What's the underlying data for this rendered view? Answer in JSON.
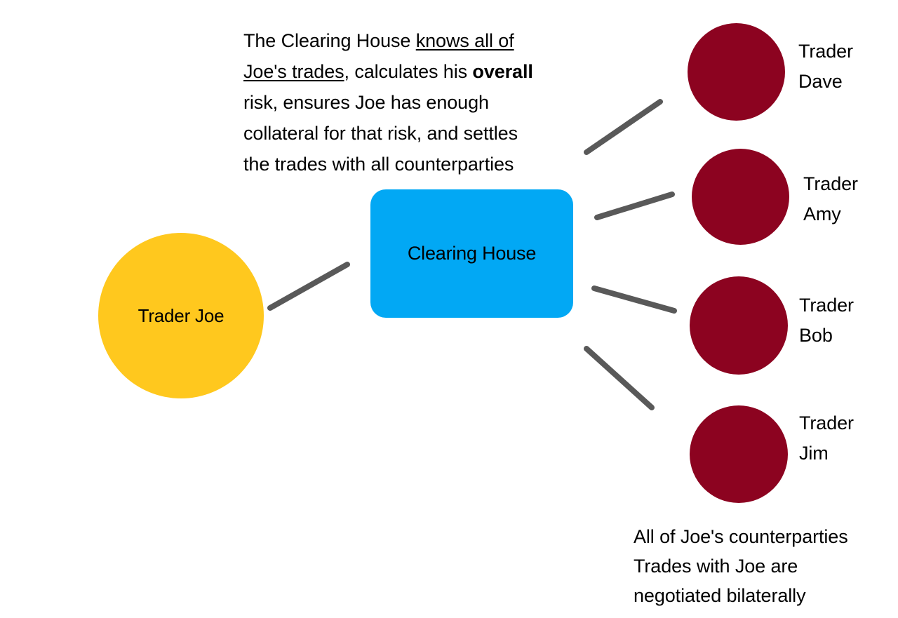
{
  "theme": {
    "background": "#ffffff",
    "text_color": "#000000",
    "clearing_house_fill": "#02A8F4",
    "trader_joe_fill": "#FFC81E",
    "counterparty_fill": "#8C0320",
    "connector_color": "#595959"
  },
  "annotations": {
    "top": {
      "line1_a": "The Clearing House ",
      "line1_underlined": "knows all of",
      "line2_underlined": "Joe's trades",
      "line2_b": ", calculates his ",
      "line2_bold": "overall",
      "line3": "risk, ensures Joe has enough",
      "line4": "collateral for that risk, and settles",
      "line5": "the trades with all counterparties"
    },
    "bottom": {
      "line1": "All of Joe's counterparties",
      "line2": "Trades with Joe are",
      "line3": "negotiated bilaterally"
    }
  },
  "nodes": {
    "clearing_house": {
      "label": "Clearing House",
      "shape": "rounded-rect",
      "fill": "#02A8F4"
    },
    "trader_joe": {
      "label": "Trader Joe",
      "shape": "circle",
      "fill": "#FFC81E"
    }
  },
  "counterparties": [
    {
      "name_line1": "Trader",
      "name_line2": "Dave",
      "fill": "#8C0320"
    },
    {
      "name_line1": "Trader",
      "name_line2": "Amy",
      "fill": "#8C0320"
    },
    {
      "name_line1": "Trader",
      "name_line2": "Bob",
      "fill": "#8C0320"
    },
    {
      "name_line1": "Trader",
      "name_line2": "Jim",
      "fill": "#8C0320"
    }
  ],
  "connectors": [
    {
      "from": "trader-joe",
      "to": "clearing-house"
    },
    {
      "from": "clearing-house",
      "to": "trader-dave"
    },
    {
      "from": "clearing-house",
      "to": "trader-amy"
    },
    {
      "from": "clearing-house",
      "to": "trader-bob"
    },
    {
      "from": "clearing-house",
      "to": "trader-jim"
    }
  ]
}
